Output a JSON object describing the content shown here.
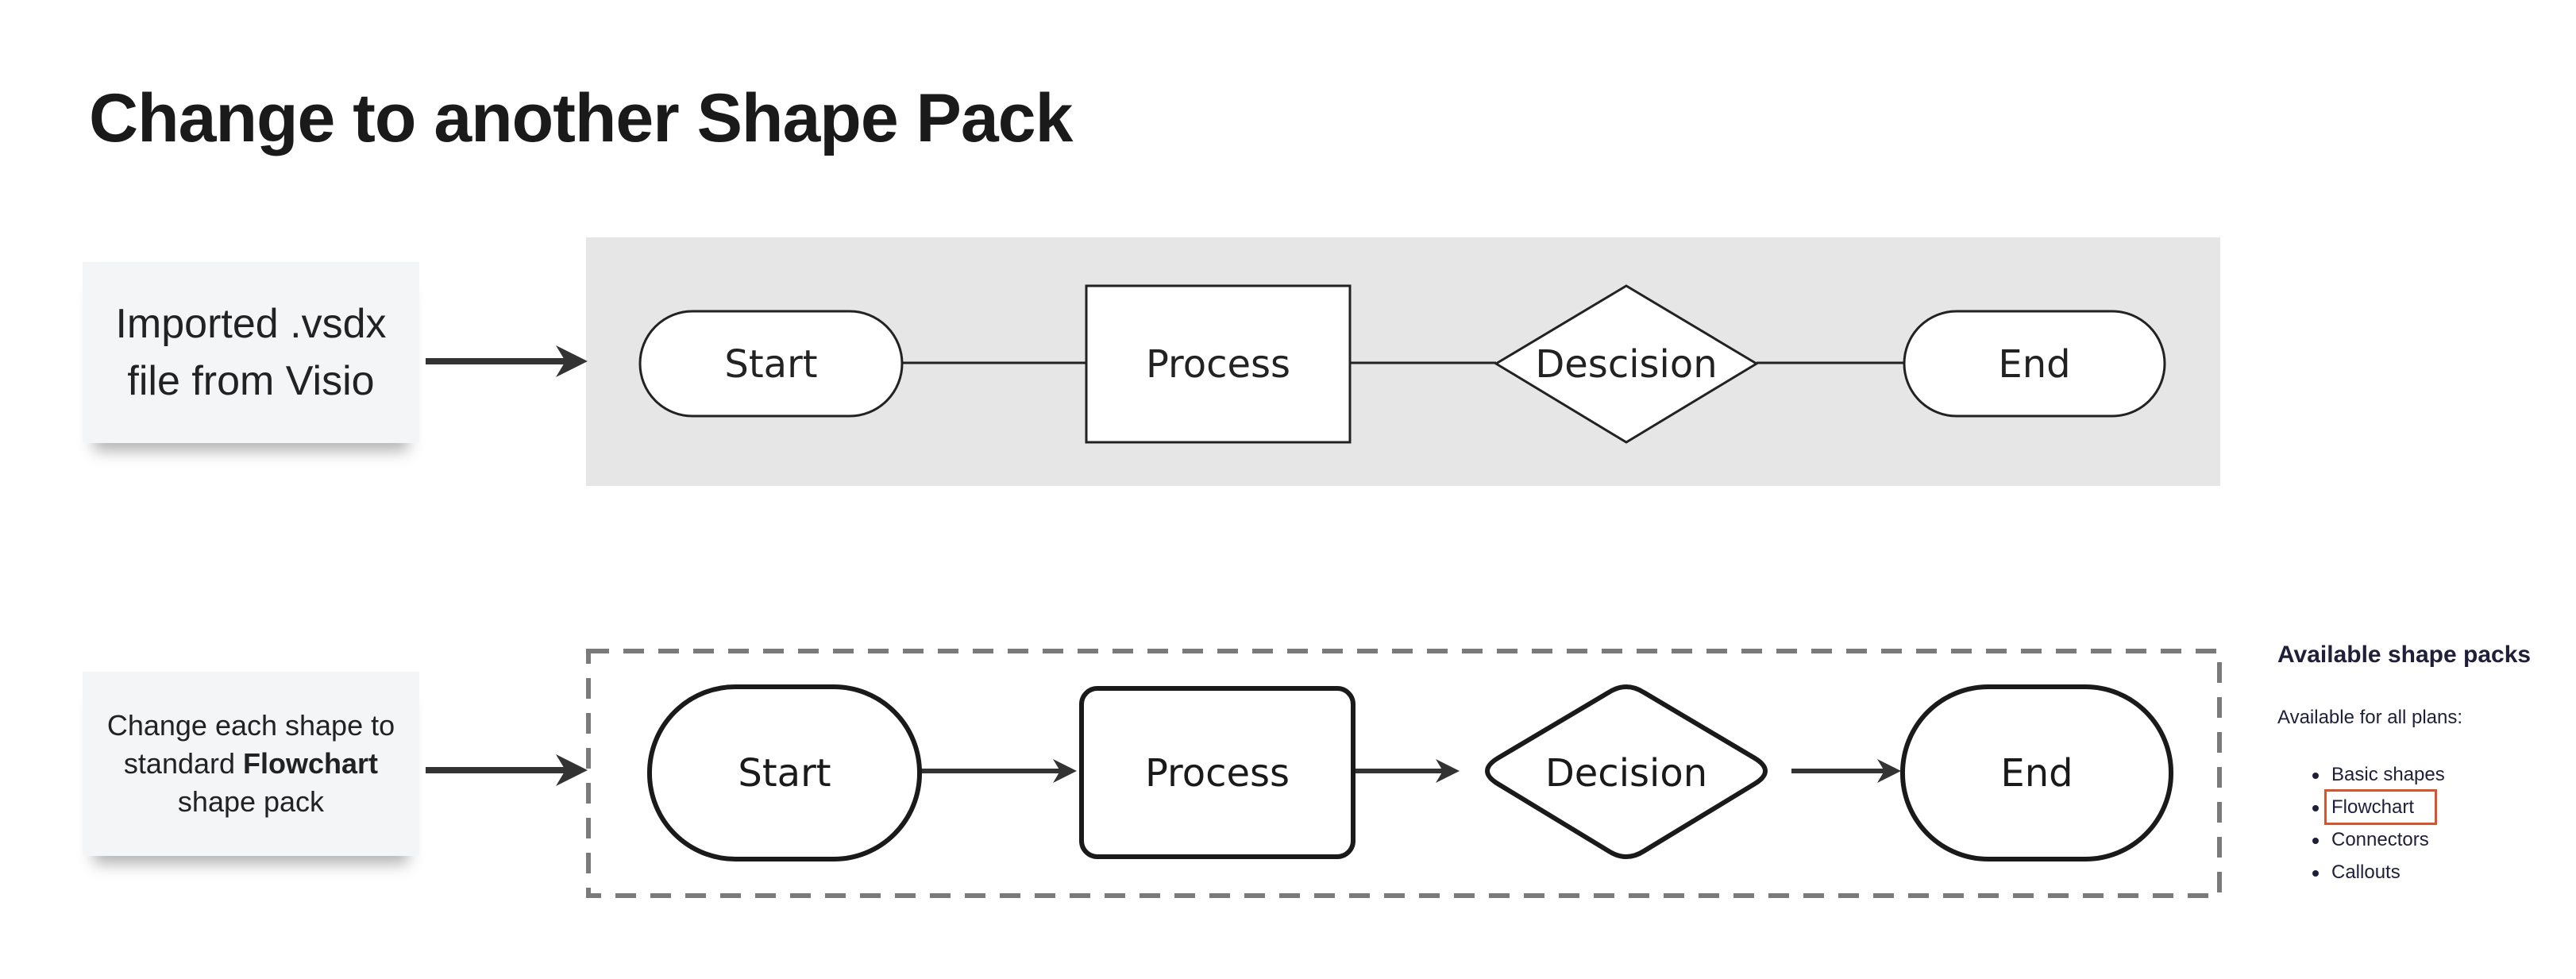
{
  "title": "Change to another Shape Pack",
  "sticky_imported": {
    "line1": "Imported .vsdx",
    "line2": "file from Visio"
  },
  "sticky_change": {
    "line1": "Change each shape to",
    "line2_prefix": "standard ",
    "line2_bold": "Flowchart",
    "line3": "shape pack"
  },
  "top_flow": [
    "Start",
    "Process",
    "Descision",
    "End"
  ],
  "bottom_flow": [
    "Start",
    "Process",
    "Decision",
    "End"
  ],
  "side_panel": {
    "heading": "Available shape packs",
    "subheading": "Available for all plans:",
    "packs": [
      "Basic shapes",
      "Flowchart",
      "Connectors",
      "Callouts"
    ],
    "highlighted_pack": "Flowchart"
  },
  "colors": {
    "top_frame_fill": "#e6e6e6",
    "dashed_frame_stroke": "#7a7a7a",
    "highlight_outline": "#d9542c",
    "arrow": "#333333"
  }
}
